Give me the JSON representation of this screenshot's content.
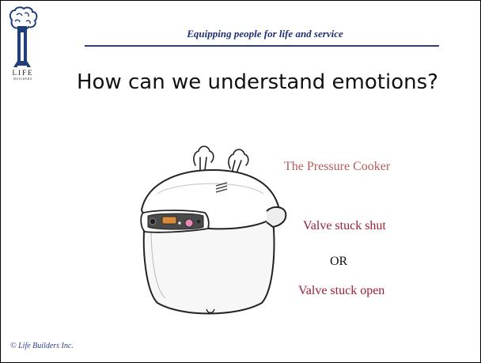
{
  "header": {
    "logo_name": "LIFE",
    "logo_sub": "BUILDERS",
    "tagline": "Equipping people for life and service"
  },
  "slide": {
    "title": "How can we understand emotions?",
    "illustration_icon": "pressure-cooker-icon",
    "labels": {
      "heading": "The Pressure Cooker",
      "option_a": "Valve stuck shut",
      "connector": "OR",
      "option_b": "Valve stuck open"
    }
  },
  "footer": {
    "copyright": "© Life Builders Inc."
  },
  "colors": {
    "tagline": "#1f2f78",
    "heading": "#b85a5a",
    "option": "#9c1f33",
    "logo_tree": "#1f3f7a"
  }
}
